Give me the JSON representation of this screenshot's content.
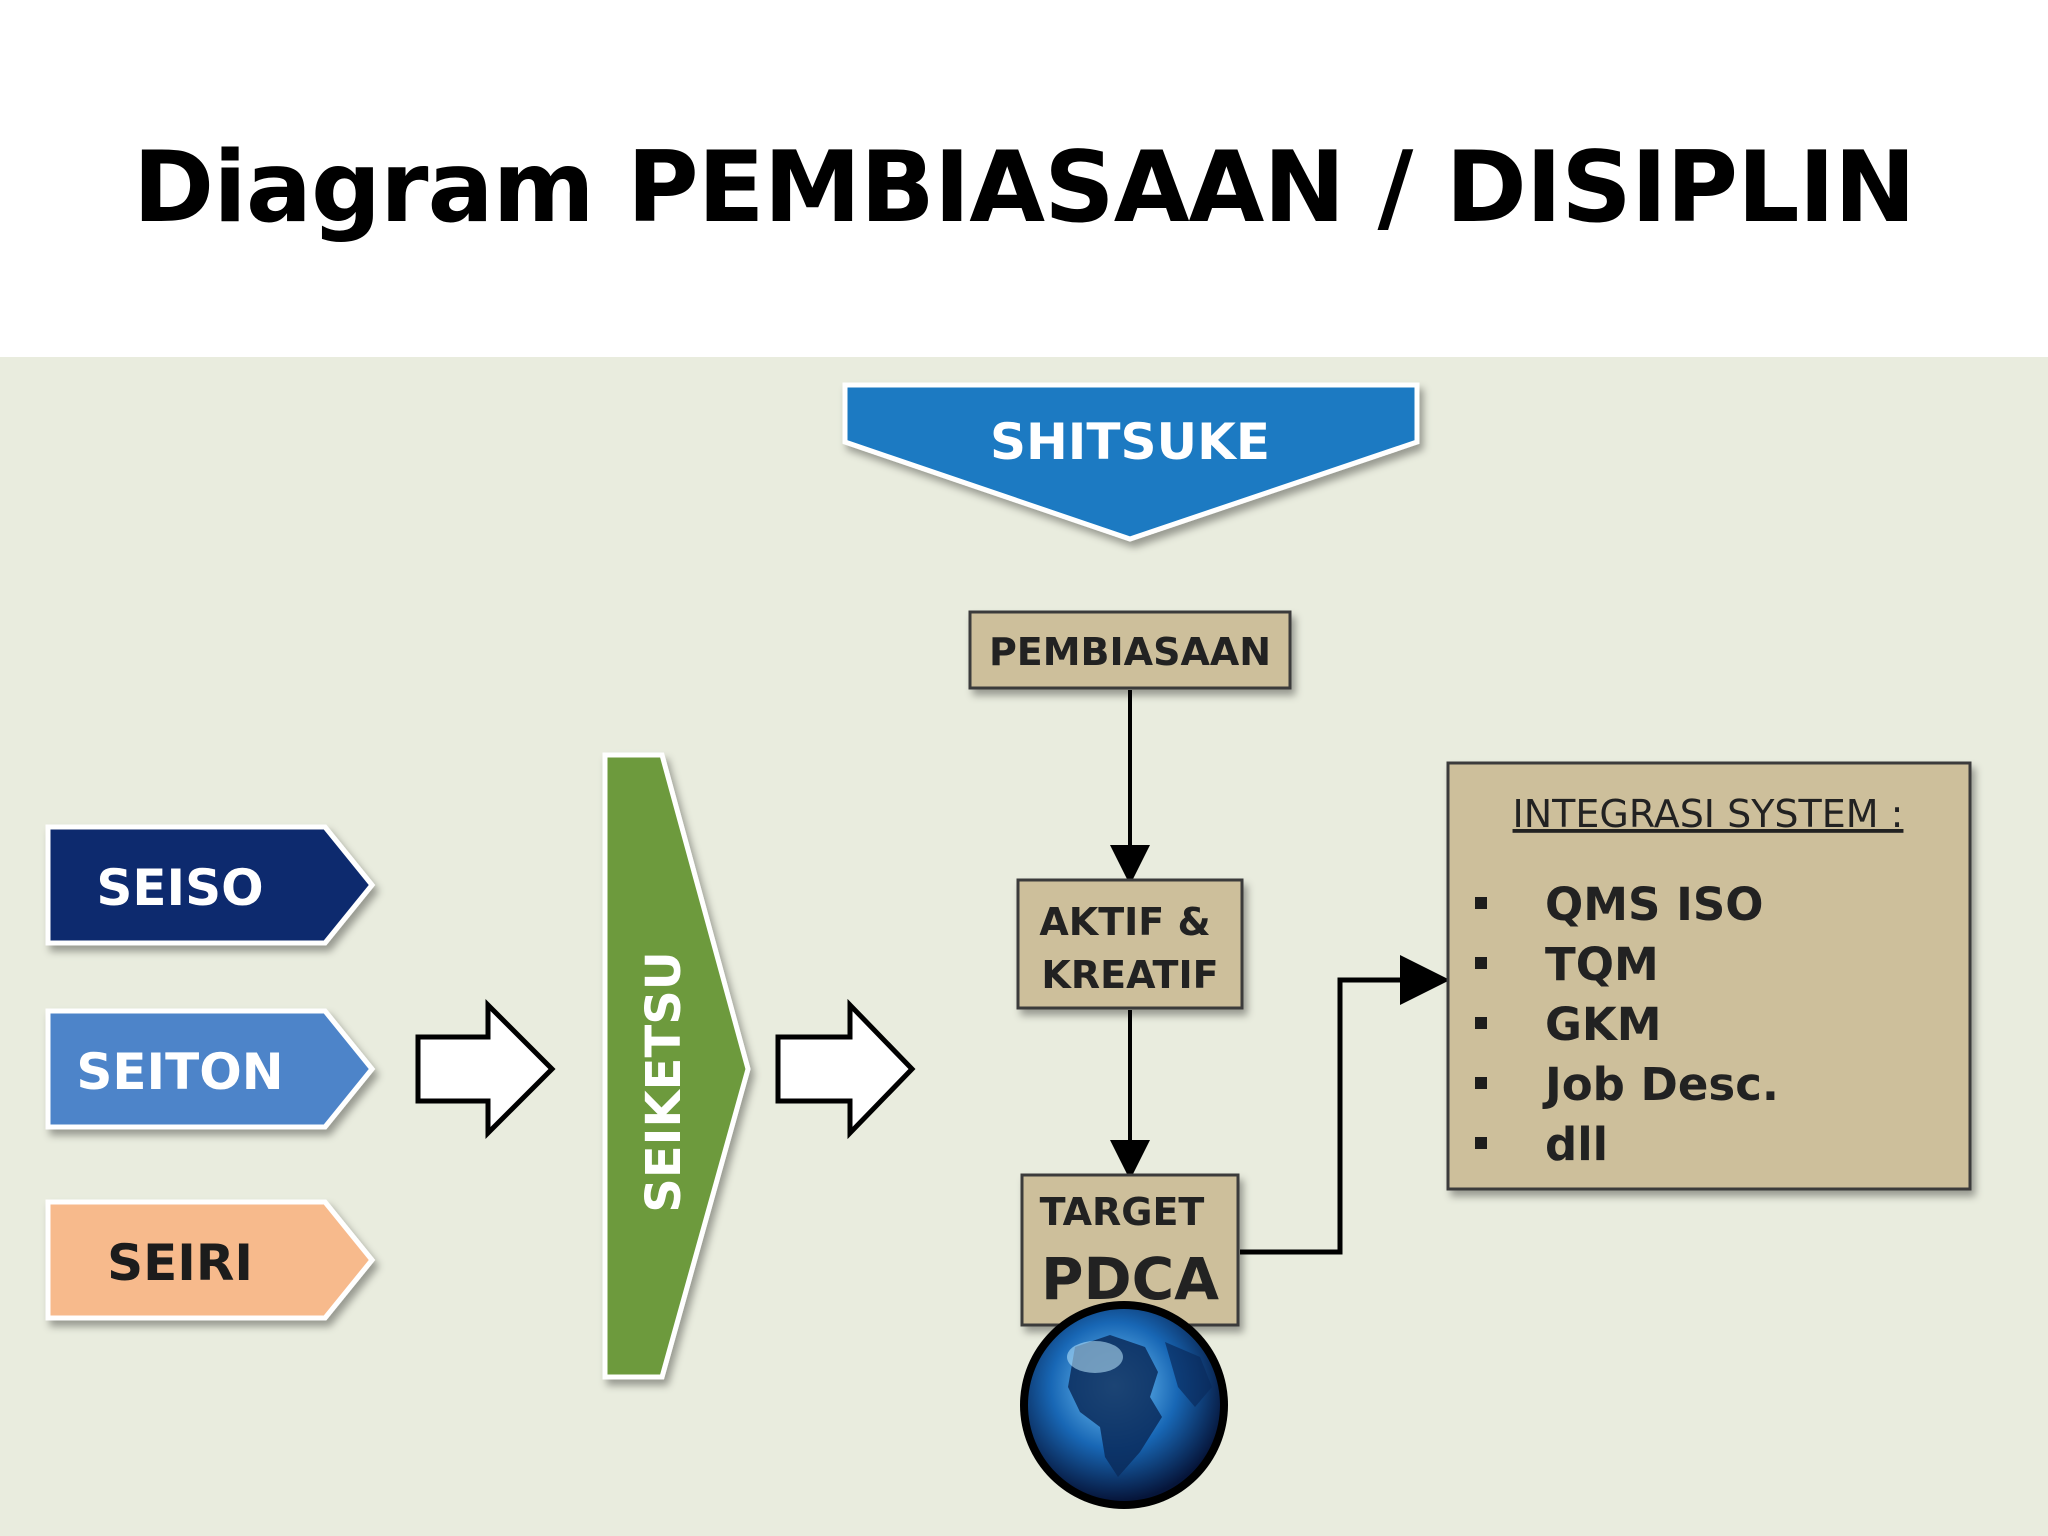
{
  "title": "Diagram PEMBIASAAN / DISIPLIN",
  "top_banner": {
    "label": "SHITSUKE",
    "color": "#1a7ac2"
  },
  "left_pills": [
    {
      "label": "SEISO",
      "color": "#0c2a6e"
    },
    {
      "label": "SEITON",
      "color": "#4d84c9"
    },
    {
      "label": "SEIRI",
      "color": "#f7ba8c"
    }
  ],
  "center_bar": {
    "label": "SEIKETSU",
    "color": "#6d9a3e"
  },
  "flow_boxes": {
    "pembiasaan": "PEMBIASAAN",
    "aktif_line1": "AKTIF &",
    "aktif_line2": "KREATIF",
    "target_line1": "TARGET",
    "target_line2": "PDCA",
    "box_color": "#cdbf9b"
  },
  "integration": {
    "heading": "INTEGRASI SYSTEM :",
    "items": [
      "QMS ISO",
      "TQM",
      "GKM",
      "Job Desc.",
      "dll"
    ]
  },
  "globe_icon": "globe-icon"
}
